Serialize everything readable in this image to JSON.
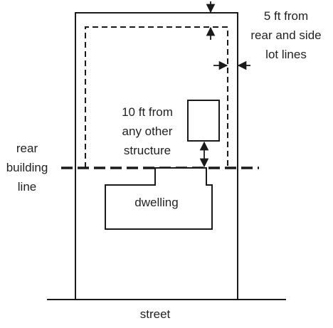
{
  "labels": {
    "setback": [
      "5 ft from",
      "rear and side",
      "lot lines"
    ],
    "spacing": [
      "10 ft from",
      "any other",
      "structure"
    ],
    "rear_building_line": [
      "rear",
      "building",
      "line"
    ],
    "dwelling": "dwelling",
    "street": "street"
  },
  "colors": {
    "stroke": "#1a1a1a",
    "text": "#222222"
  }
}
